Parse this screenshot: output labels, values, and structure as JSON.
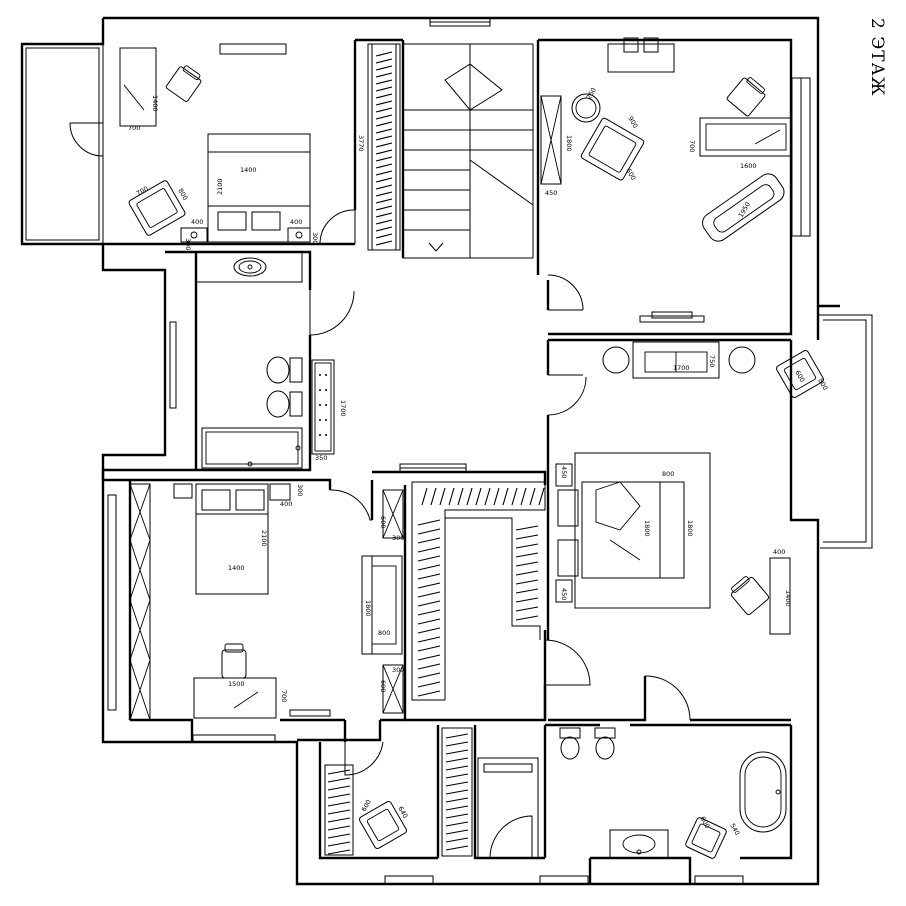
{
  "plan": {
    "title": "2 ЭТАЖ",
    "dimensions": {
      "bed_top_width": "1400",
      "bed_top_length": "2100",
      "wardrobe_top_depth": "700",
      "wardrobe_top_length": "1400",
      "night_left": "400",
      "night_right": "400",
      "night_depth_l": "300",
      "night_depth_r": "300",
      "chair_tl": "800",
      "chair_tl_b": "700",
      "closet_a": "3770",
      "study_desk_len": "1600",
      "study_desk_depth": "700",
      "study_rack_depth": "450",
      "study_rack_len": "1800",
      "study_arm_a": "900",
      "study_arm_b": "600",
      "study_round": "250",
      "study_chaise": "1950",
      "bath_bench_len": "1700",
      "bath_bench_depth": "350",
      "living_sofa": "1700",
      "living_sofa_d": "750",
      "living_chair_a": "800",
      "living_chair_b": "600",
      "bed_mid_width": "1400",
      "bed_mid_len": "2100",
      "bed_mid_night": "400",
      "bed_mid_night_d": "300",
      "desk_mid": "1500",
      "desk_mid_d": "700",
      "master_bed_w": "1800",
      "master_bed_l": "1800",
      "master_rug_w": "800",
      "master_night_t": "450",
      "master_night_b": "450",
      "master_desk_d": "400",
      "master_desk_len": "1400",
      "hall_cab_a": "300",
      "hall_cab_b": "600",
      "hall_cab_c": "300",
      "hall_cab_d": "600",
      "hall_sofa_len": "1800",
      "hall_sofa_d": "800",
      "bath_chair_a": "600",
      "bath_chair_b": "540",
      "low_chair_a": "600",
      "low_chair_b": "640"
    }
  }
}
